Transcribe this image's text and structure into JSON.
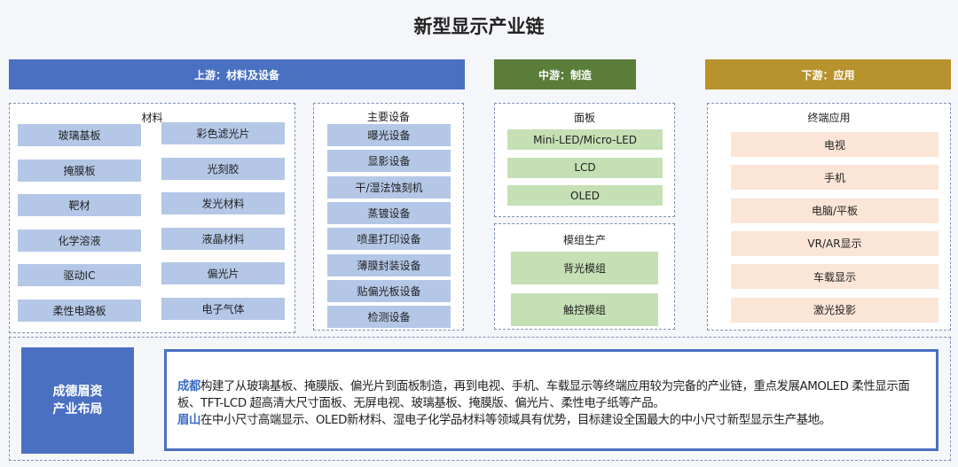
{
  "title": "新型显示产业链",
  "upstream": {
    "header": "上游：材料及设备",
    "materials_label": "材料",
    "materials": [
      "玻璃基板",
      "彩色滤光片",
      "掩膜板",
      "光刻胶",
      "靶材",
      "发光材料",
      "化学溶液",
      "液晶材料",
      "驱动IC",
      "偏光片",
      "柔性电路板",
      "电子气体"
    ],
    "equipment_label": "主要设备",
    "equipment": [
      "曝光设备",
      "显影设备",
      "干/湿法蚀刻机",
      "蒸镀设备",
      "喷墨打印设备",
      "薄膜封装设备",
      "贴偏光板设备",
      "检测设备"
    ]
  },
  "midstream": {
    "header": "中游：制造",
    "panel_label": "面板",
    "panels": [
      "Mini-LED/Micro-LED",
      "LCD",
      "OLED"
    ],
    "module_label": "模组生产",
    "modules": [
      "背光模组",
      "触控模组"
    ]
  },
  "downstream": {
    "header": "下游：应用",
    "label": "终端应用",
    "apps": [
      "电视",
      "手机",
      "电脑/平板",
      "VR/AR显示",
      "车载显示",
      "激光投影"
    ]
  },
  "layout": {
    "label_line1": "成德眉资",
    "label_line2": "产业布局",
    "p1_city": "成都",
    "p1_text": "构建了从玻璃基板、掩膜版、偏光片到面板制造，再到电视、手机、车载显示等终端应用较为完备的产业链，重点发展AMOLED 柔性显示面板、TFT-LCD 超高清大尺寸面板、无屏电视、玻璃基板、掩膜版、偏光片、柔性电子纸等产品。",
    "p2_city": "眉山",
    "p2_text": "在中小尺寸高端显示、OLED新材料、湿电子化学品材料等领域具有优势，目标建设全国最大的中小尺寸新型显示生产基地。"
  },
  "colors": {
    "up": "#4a70c2",
    "mid": "#5a7d3a",
    "down": "#b8922c"
  }
}
